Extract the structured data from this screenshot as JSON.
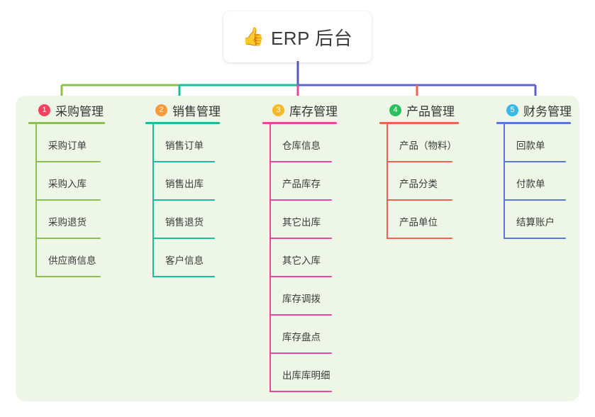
{
  "root": {
    "icon": "thumbs-up-icon",
    "icon_glyph": "👍",
    "title": "ERP 后台"
  },
  "canvas": {
    "panel_background": "#eef7e7",
    "page_background": "#ffffff",
    "root_link_color": "#4f5bc0"
  },
  "columns": [
    {
      "index": "1",
      "badge_number": "1",
      "badge_color": "#f4415f",
      "title": "采购管理",
      "line_color": "#8cc152",
      "items": [
        {
          "label": "采购订单"
        },
        {
          "label": "采购入库"
        },
        {
          "label": "采购退货"
        },
        {
          "label": "供应商信息"
        }
      ]
    },
    {
      "index": "2",
      "badge_number": "2",
      "badge_color": "#f79a3c",
      "title": "销售管理",
      "line_color": "#1abc9c",
      "items": [
        {
          "label": "销售订单"
        },
        {
          "label": "销售出库"
        },
        {
          "label": "销售退货"
        },
        {
          "label": "客户信息"
        }
      ]
    },
    {
      "index": "3",
      "badge_number": "3",
      "badge_color": "#f7b924",
      "title": "库存管理",
      "line_color": "#e8489c",
      "items": [
        {
          "label": "仓库信息"
        },
        {
          "label": "产品库存"
        },
        {
          "label": "其它出库"
        },
        {
          "label": "其它入库"
        },
        {
          "label": "库存调拨"
        },
        {
          "label": "库存盘点"
        },
        {
          "label": "出库库明细"
        }
      ]
    },
    {
      "index": "4",
      "badge_number": "4",
      "badge_color": "#2bbf5e",
      "title": "产品管理",
      "line_color": "#f4604f",
      "items": [
        {
          "label": "产品（物料）"
        },
        {
          "label": "产品分类"
        },
        {
          "label": "产品单位"
        }
      ]
    },
    {
      "index": "5",
      "badge_number": "5",
      "badge_color": "#36b9e8",
      "title": "财务管理",
      "line_color": "#5878d8",
      "items": [
        {
          "label": "回款单"
        },
        {
          "label": "付款单"
        },
        {
          "label": "结算账户"
        }
      ]
    }
  ]
}
